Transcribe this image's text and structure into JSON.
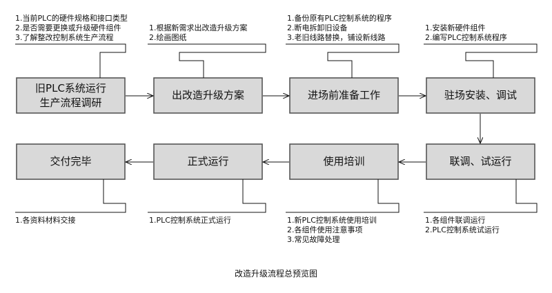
{
  "steps": [
    {
      "lines": [
        "旧PLC系统运行",
        "生产流程调研"
      ],
      "notes": [
        "1.当前PLC的硬件规格和接口类型",
        "2.是否需要更换或升级硬件组件",
        "3.了解整改控制系统生产流程"
      ]
    },
    {
      "lines": [
        "出改造升级方案"
      ],
      "notes": [
        "1.根据新需求出改造升级方案",
        "2.绘画图纸"
      ]
    },
    {
      "lines": [
        "进场前准备工作"
      ],
      "notes": [
        "1.备份原有PLC控制系统的程序",
        "2.断电拆卸旧设备",
        "3.老旧线路替换，铺设新线路"
      ]
    },
    {
      "lines": [
        "驻场安装、调试"
      ],
      "notes": [
        "1.安装新硬件组件",
        "2.编写PLC控制系统程序"
      ]
    },
    {
      "lines": [
        "联调、试运行"
      ],
      "notes": [
        "1.各组件联调运行",
        "2.PLC控制系统试运行"
      ]
    },
    {
      "lines": [
        "使用培训"
      ],
      "notes": [
        "1.新PLC控制系统使用培训",
        "2.各组件使用注意事项",
        "3.常见故障处理"
      ]
    },
    {
      "lines": [
        "正式运行"
      ],
      "notes": [
        "1.PLC控制系统正式运行"
      ]
    },
    {
      "lines": [
        "交付完毕"
      ],
      "notes": [
        "1.各资料材料交接"
      ]
    }
  ],
  "caption": "改造升级流程总预览图"
}
